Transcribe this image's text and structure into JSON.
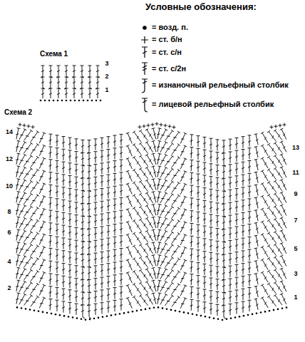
{
  "diagram": {
    "labels": [
      "Условные обозначения:",
      "Схема 1",
      "3",
      "2",
      "1",
      "Схема 2",
      "14",
      "13",
      "12",
      "11",
      "10",
      "9",
      "8",
      "7",
      "6",
      "5",
      "4",
      "3",
      "2",
      "1"
    ],
    "legend": [
      {
        "text": "= возд. п."
      },
      {
        "text": "= ст. б/н"
      },
      {
        "text": "= ст. с/н"
      },
      {
        "text": "= ст. с/2н"
      },
      {
        "text": "= изнаночный рельефный столбик"
      },
      {
        "text": "= лицевой рельефный столбик"
      }
    ]
  }
}
